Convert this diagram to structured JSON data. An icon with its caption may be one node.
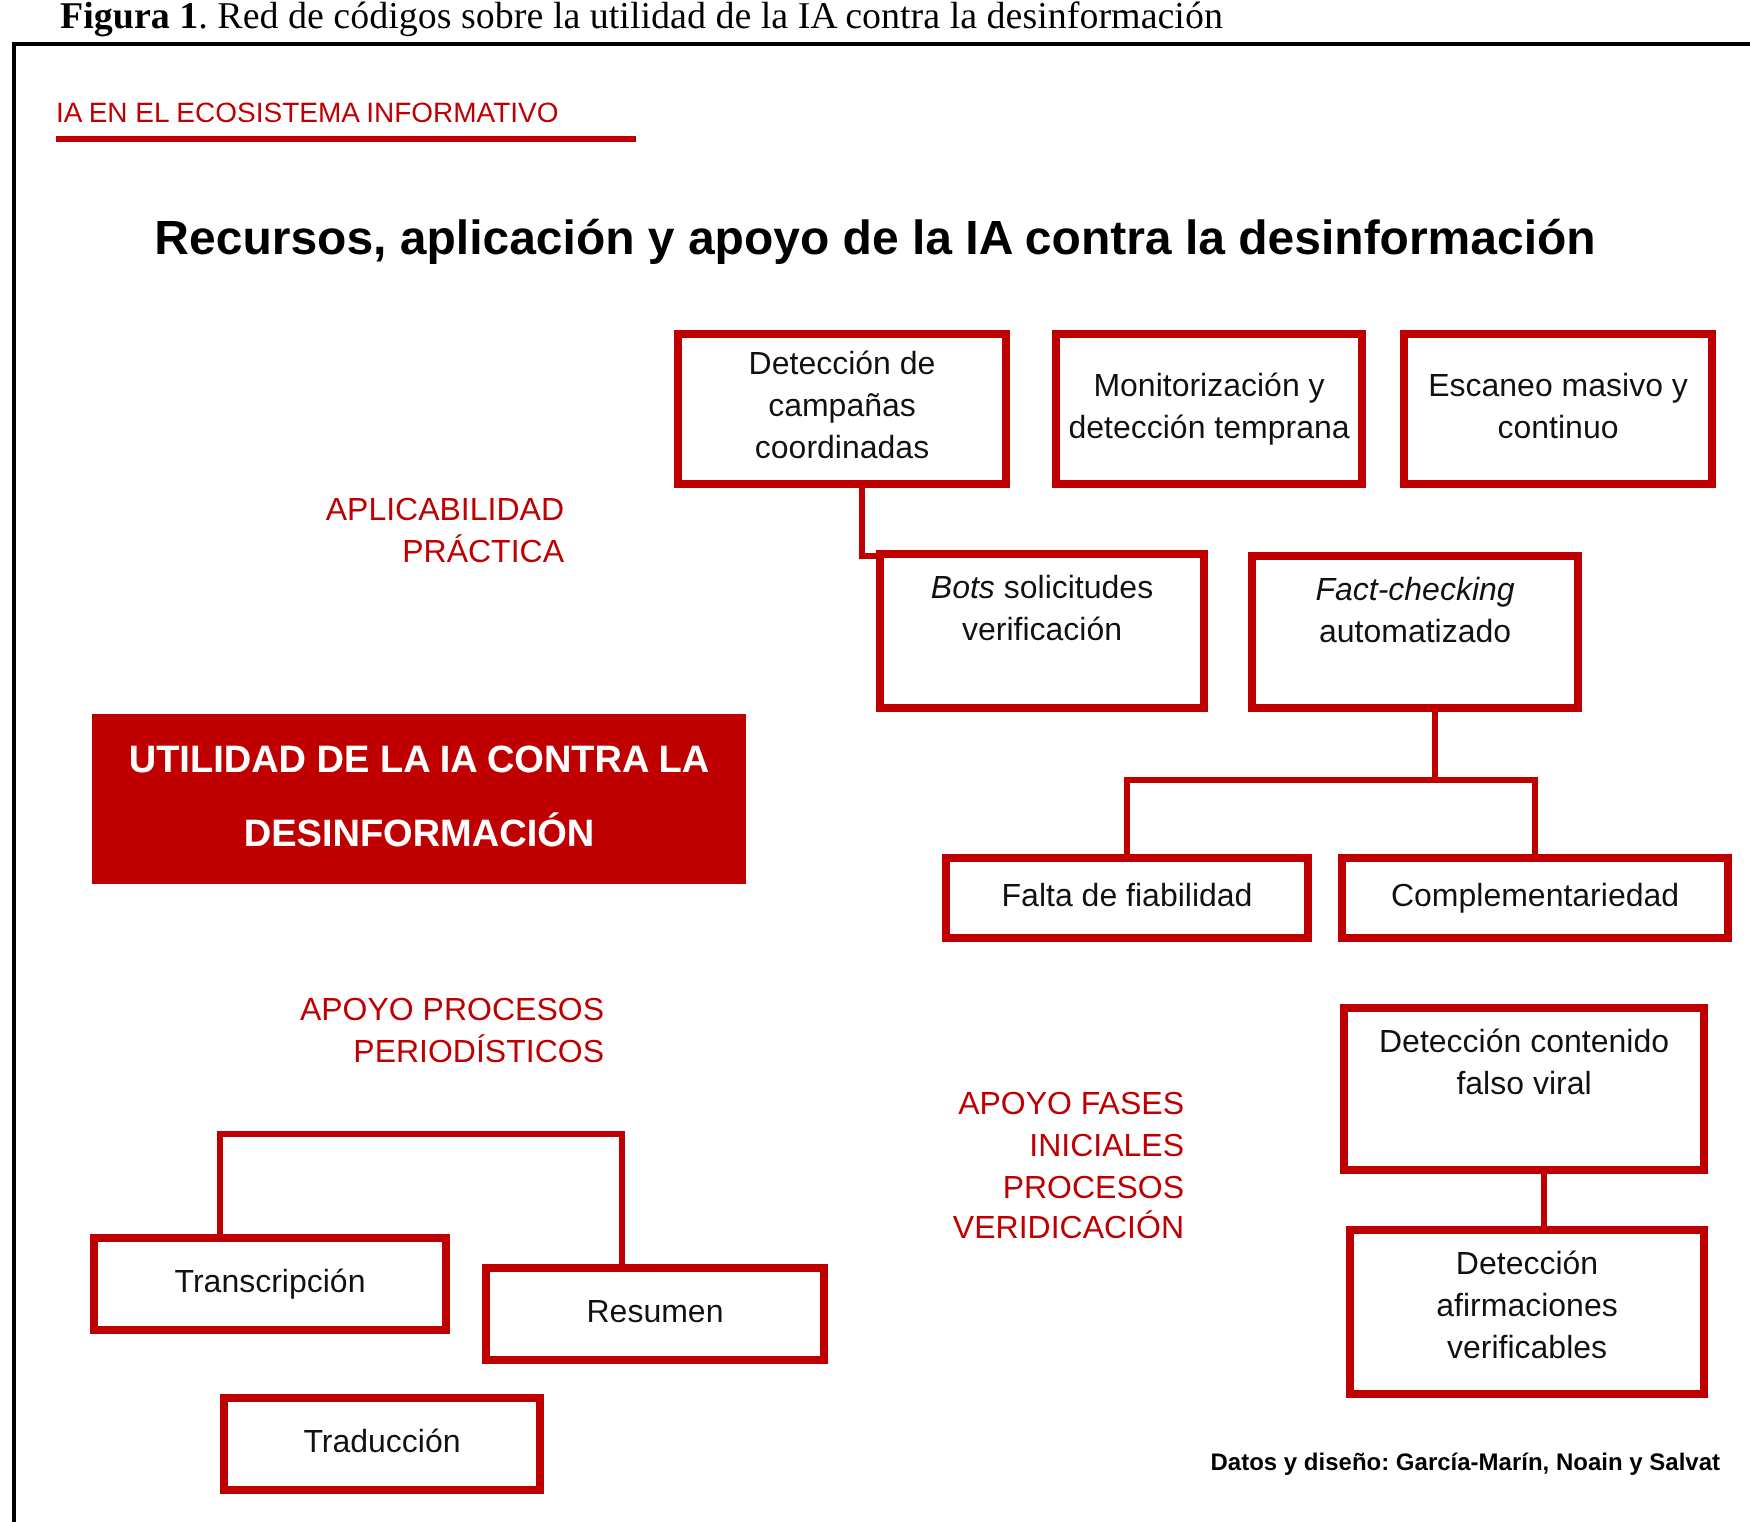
{
  "diagram": {
    "caption": "**Figura 1**. Red de códigos sobre la utilidad de la IA contra la desinformación",
    "title": "Recursos, aplicación y apoyo de la IA contra la desinformación",
    "nodes": [
      {
        "text": [
          "Detección de campañas coordinadas"
        ]
      },
      {
        "text": [
          "Monitorización y detección temprana"
        ]
      },
      {
        "text": [
          "Escaneo masivo y continuo"
        ]
      },
      {
        "text": [
          "*Bots* solicitudes verificación"
        ]
      },
      {
        "text": [
          "*Fact-checking* automatizado"
        ]
      },
      {
        "text": [
          "Falta de fiabilidad"
        ]
      },
      {
        "text": [
          "Complementariedad"
        ]
      },
      {
        "text": [
          "UTILIDAD DE LA IA CONTRA LA DESINFORMACIÓN"
        ]
      },
      {
        "text": [
          "Transcripción"
        ]
      },
      {
        "text": [
          "Resumen"
        ]
      },
      {
        "text": [
          "Traducción"
        ]
      },
      {
        "text": [
          "Detección contenido falso viral"
        ]
      },
      {
        "text": [
          "Detección afirmaciones verificables"
        ]
      }
    ],
    "edges": [
      {
        "from": 0,
        "to": 3,
        "arrow": "none"
      },
      {
        "from": 4,
        "to": 5,
        "arrow": "none"
      },
      {
        "from": 4,
        "to": 6,
        "arrow": "none"
      },
      {
        "from": 8,
        "to": 9,
        "arrow": "none"
      },
      {
        "from": 11,
        "to": 12,
        "arrow": "none"
      }
    ],
    "labels": [
      "IA EN EL ECOSISTEMA INFORMATIVO",
      "APLICABILIDAD PRÁCTICA",
      "APOYO PROCESOS PERIODÍSTICOS",
      "APOYO FASES INICIALES PROCESOS VERIDICACIÓN",
      "Datos y diseño: García-Marín, Noain y Salvat"
    ]
  }
}
